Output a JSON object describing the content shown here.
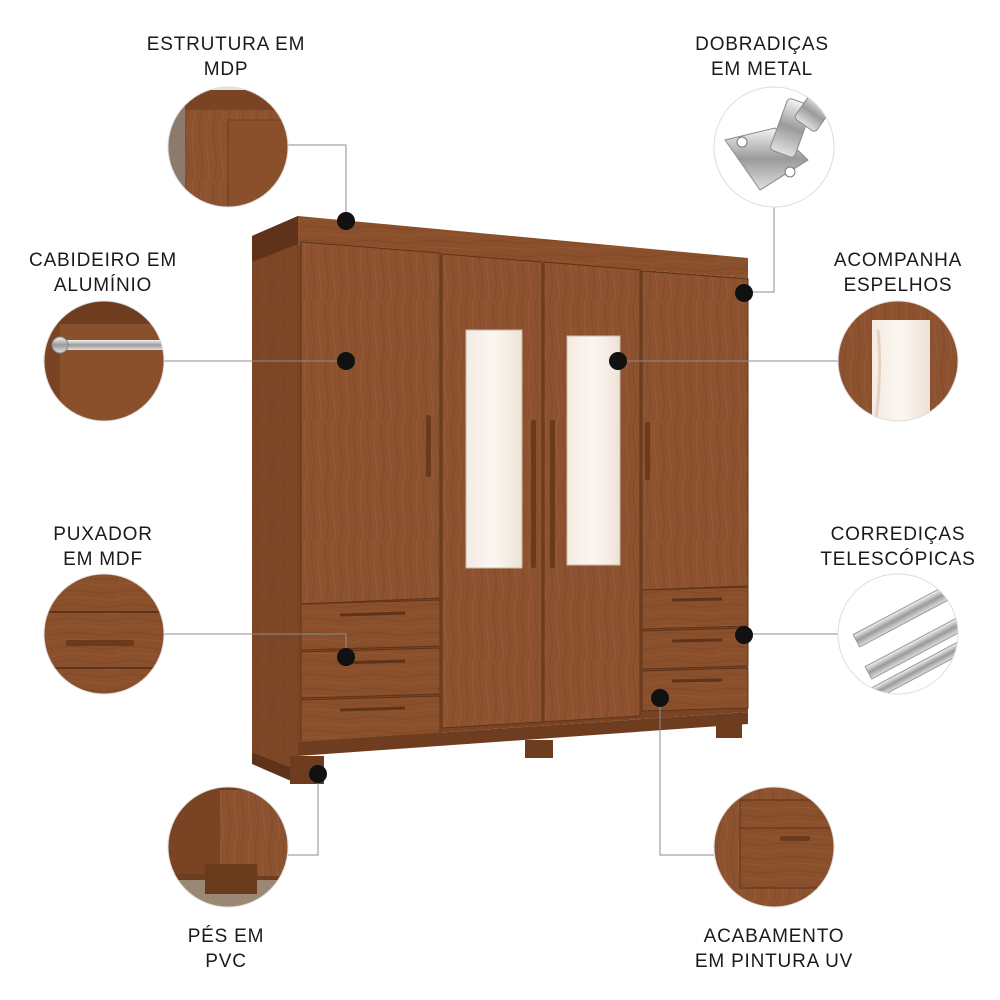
{
  "features": [
    {
      "id": "estrutura",
      "lines": [
        "ESTRUTURA EM",
        "MDP"
      ],
      "thumbnail": "mdp-structure-corner"
    },
    {
      "id": "dobradicas",
      "lines": [
        "DOBRADIÇAS",
        "EM METAL"
      ],
      "thumbnail": "metal-hinge"
    },
    {
      "id": "cabideiro",
      "lines": [
        "CABIDEIRO EM",
        "ALUMÍNIO"
      ],
      "thumbnail": "aluminum-hanger-rod"
    },
    {
      "id": "espelhos",
      "lines": [
        "ACOMPANHA",
        "ESPELHOS"
      ],
      "thumbnail": "mirror-door"
    },
    {
      "id": "puxador",
      "lines": [
        "PUXADOR",
        "EM MDF"
      ],
      "thumbnail": "mdf-handle"
    },
    {
      "id": "corredicas",
      "lines": [
        "CORREDIÇAS",
        "TELESCÓPICAS"
      ],
      "thumbnail": "telescopic-slides"
    },
    {
      "id": "pes",
      "lines": [
        "PÉS EM",
        "PVC"
      ],
      "thumbnail": "pvc-feet"
    },
    {
      "id": "acabamento",
      "lines": [
        "ACABAMENTO",
        "EM PINTURA UV"
      ],
      "thumbnail": "uv-finish-drawer"
    }
  ],
  "colors": {
    "wood": "#8a4f2b",
    "wood_dark": "#6e3d1f",
    "wood_light": "#a3643a",
    "leader_line": "#8c8c8c",
    "dot": "#111111"
  }
}
